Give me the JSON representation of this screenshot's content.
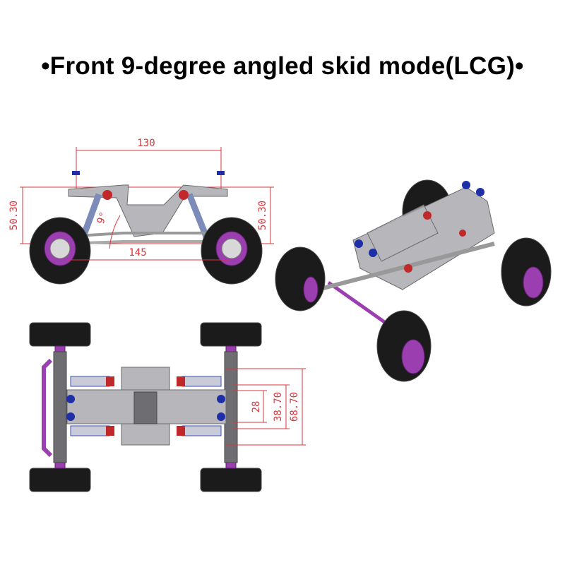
{
  "title": "•Front 9-degree angled skid mode(LCG)•",
  "front_view": {
    "dim_top_width": "130",
    "dim_left_height": "50.30",
    "dim_right_height": "50.30",
    "dim_angle": "9°",
    "dim_wheel_track": "145"
  },
  "top_view": {
    "dim_inner": "28",
    "dim_middle": "38.70",
    "dim_outer": "68.70"
  },
  "colors": {
    "dimension": "#d9363e",
    "wheel_rim": "#9b3fb0",
    "shock_cap": "#c0282a",
    "screw_cap": "#1f2fa8"
  }
}
